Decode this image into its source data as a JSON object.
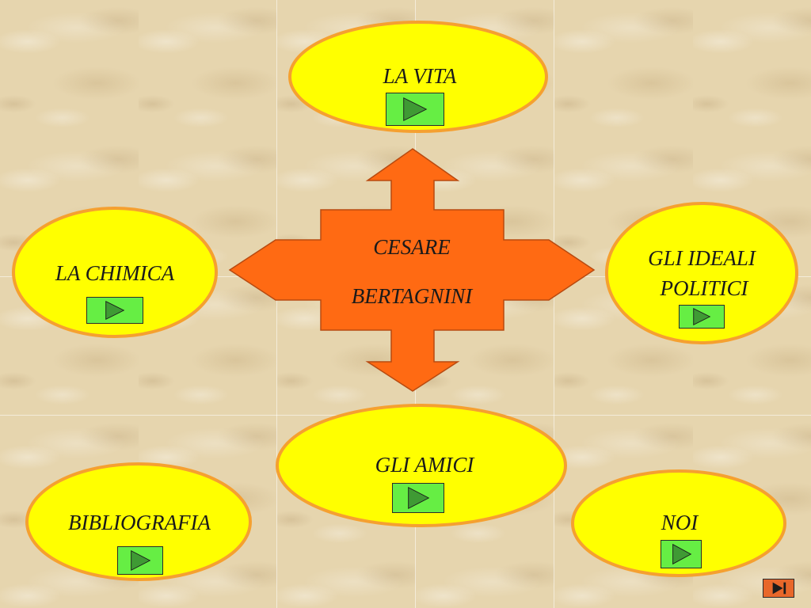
{
  "center": {
    "line1": "CESARE",
    "line2": "BERTAGNINI"
  },
  "nodes": {
    "vita": {
      "label": "LA VITA"
    },
    "chimica": {
      "label": "LA CHIMICA"
    },
    "ideali": {
      "line1": "GLI IDEALI",
      "line2": "POLITICI"
    },
    "amici": {
      "label": "GLI AMICI"
    },
    "bibliografia": {
      "label": "BIBLIOGRAFIA"
    },
    "noi": {
      "label": "NOI"
    }
  },
  "icons": {
    "play": "play-icon",
    "end": "skip-to-end-icon"
  },
  "colors": {
    "ellipse_fill": "#ffff00",
    "ellipse_border": "#f5a030",
    "arrow_fill": "#ff6a13",
    "arrow_border": "#b84a10",
    "button_fill": "#66ee44",
    "end_button_fill": "#e8672a",
    "background": "#e6d5ae"
  }
}
